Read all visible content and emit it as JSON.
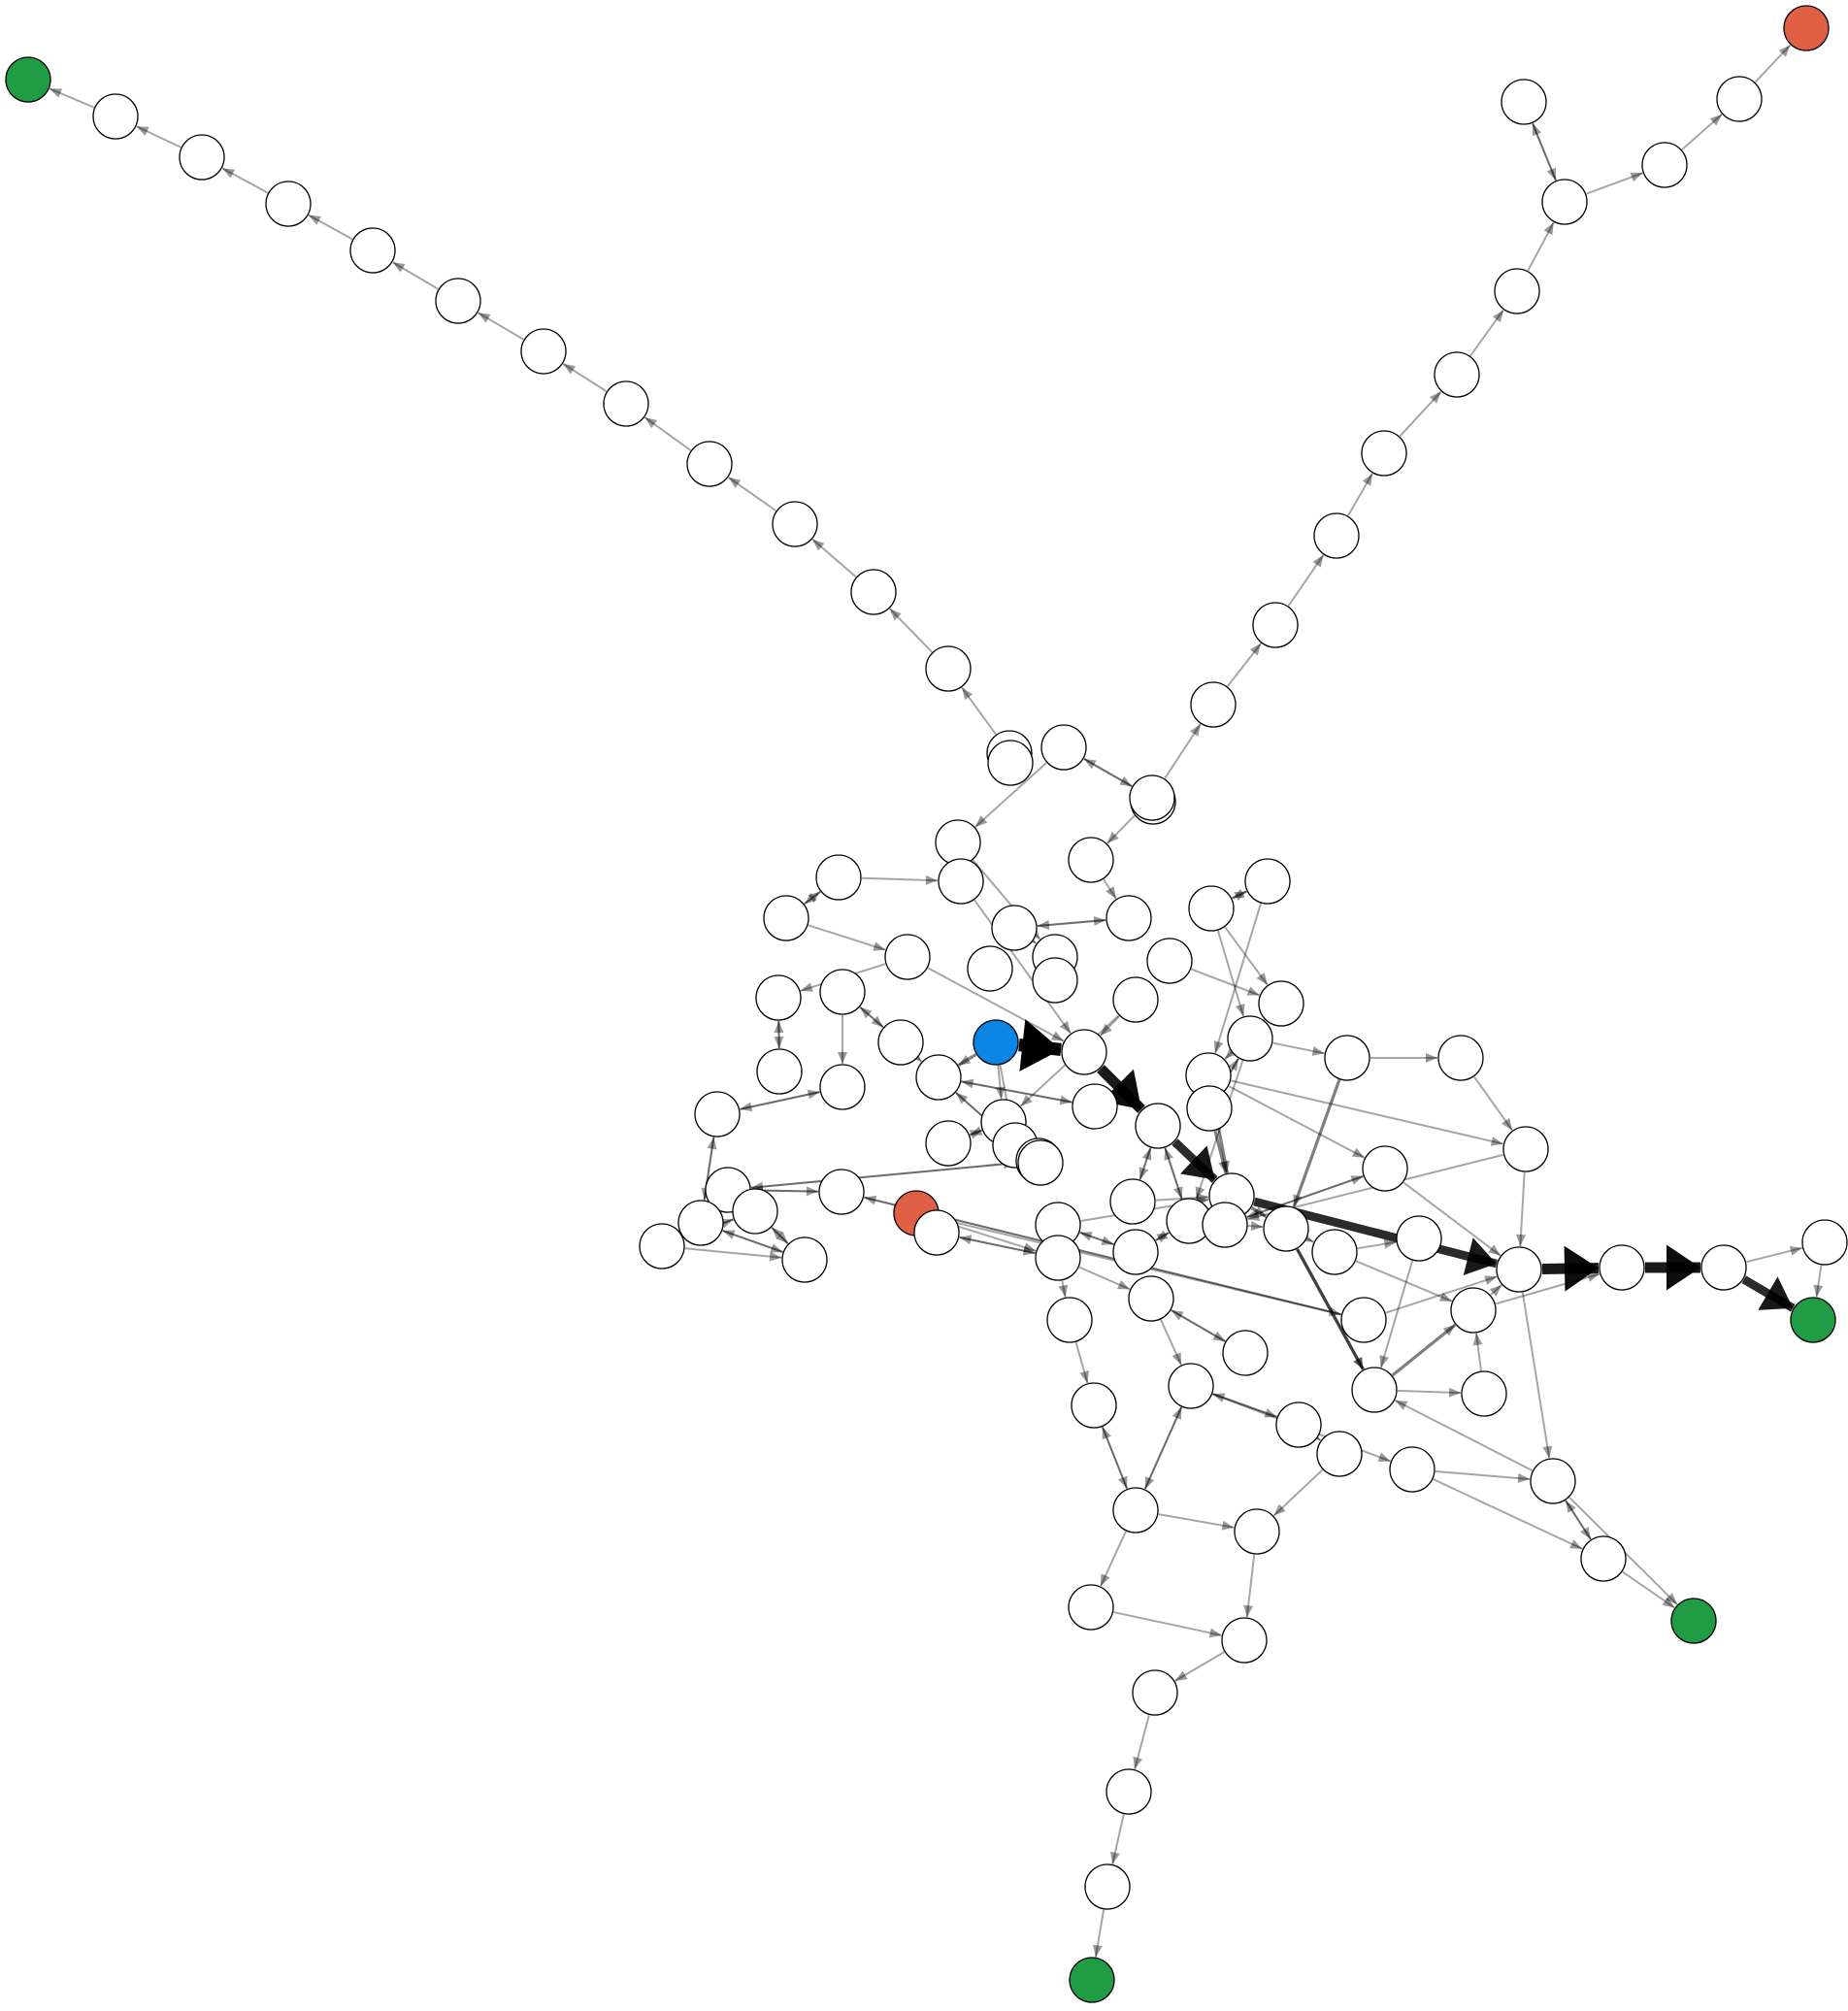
{
  "graph": {
    "node_fill": "#ffffff",
    "node_stroke": "#000000",
    "edge_color": "#000000",
    "status_colors": {
      "start": "#0a85e6",
      "goal": "#209c45",
      "dead_end": "#e06046"
    },
    "nodes": [
      {
        "id": "g_topleft",
        "status": "goal"
      },
      {
        "id": "r_topright",
        "status": "dead_end"
      },
      {
        "id": "s",
        "status": "start"
      },
      {
        "id": "r_mid",
        "status": "dead_end"
      },
      {
        "id": "g_right",
        "status": "goal"
      },
      {
        "id": "g_br",
        "status": "goal"
      },
      {
        "id": "g_bottom",
        "status": "goal"
      }
    ],
    "highlighted_path": [
      "s",
      "n41",
      "n58",
      "n65",
      "n80",
      "n83",
      "n84",
      "n85",
      "g_right"
    ]
  }
}
